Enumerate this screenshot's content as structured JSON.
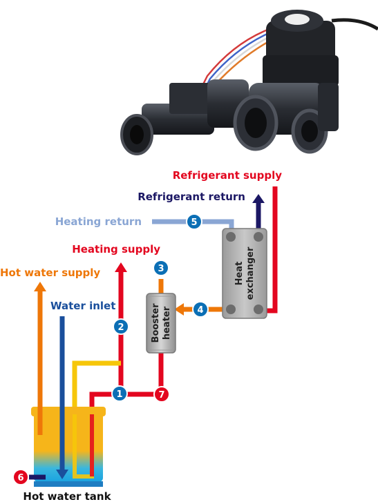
{
  "labels": {
    "refrigerant_supply": "Refrigerant supply",
    "refrigerant_return": "Refrigerant return",
    "heating_return": "Heating return",
    "heating_supply": "Heating supply",
    "hot_water_supply": "Hot water supply",
    "water_inlet": "Water inlet",
    "hot_water_tank": "Hot water tank",
    "heat_exchanger_line1": "Heat",
    "heat_exchanger_line2": "exchanger",
    "booster_heater_line1": "Booster",
    "booster_heater_line2": "heater"
  },
  "markers": [
    "1",
    "2",
    "3",
    "4",
    "5",
    "6",
    "7"
  ],
  "colors": {
    "refrigerant_supply": "#e3061f",
    "refrigerant_return": "#1b1764",
    "heating_return": "#8aa6d4",
    "heating_supply": "#e3061f",
    "hot_water": "#ee7708",
    "water_inlet": "#1a4f9c",
    "tank_yellow": "#f6b51a",
    "tank_blue": "#17a5e0",
    "marker_blue": "#0b6fb5",
    "marker_red": "#e3061f",
    "device_gray": "#a9a9a9"
  },
  "icons": {
    "valve": "three-way-valve-photo"
  }
}
